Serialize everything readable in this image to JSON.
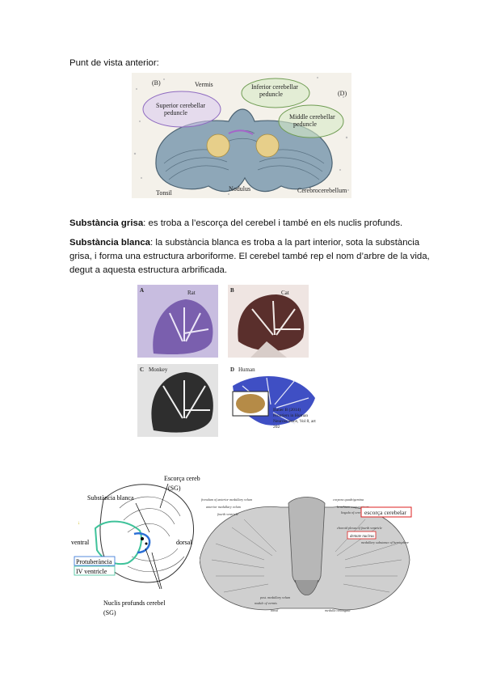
{
  "page": {
    "heading": "Punt de vista anterior:",
    "gray_term": "Substància grisa",
    "gray_text": ": es troba a l’escorça del cerebel i també en els nuclis profunds.",
    "white_term": "Substància blanca",
    "white_text_1": ": la substància blanca es troba a la part interior, sota la substància",
    "white_text_2": "grisa, i forma una estructura arboriforme.  El cerebel també rep el nom d’arbre de la vida,",
    "white_text_3": "degut a aquesta estructura arbrificada."
  },
  "figure1": {
    "panel_left": "(B)",
    "panel_right": "(D)",
    "label_vermis": "Vermis",
    "label_sup_1": "Superior cerebellar",
    "label_sup_2": "peduncle",
    "label_inf_1": "Inferior cerebellar",
    "label_inf_2": "peduncle",
    "label_mid_1": "Middle cerebellar",
    "label_mid_2": "peduncle",
    "label_tonsil": "Tonsil",
    "label_nodulus": "Nodulus",
    "label_cerebro": "Cerebrocerebellum"
  },
  "figure2": {
    "a_letter": "A",
    "a_name": "Rat",
    "b_letter": "B",
    "b_name": "Cat",
    "c_letter": "C",
    "c_name": "Monkey",
    "d_letter": "D",
    "d_name": "Human",
    "citation_1": "Bauer B (2014)",
    "citation_2": "Frontiers in Human",
    "citation_3": "Neuroscience, Vol 8, art",
    "citation_4": "202"
  },
  "figure3": {
    "escorca": "Escorça cerebelosa",
    "sg_top": "(SG)",
    "substancia_blanca": "Substància blanca",
    "ventral": "ventral",
    "dorsal": "dorsal",
    "protuberancia": "Protuberància",
    "iv_ventricle": "IV ventricle",
    "nuclis": "Nuclis profunds cerebel",
    "sg_bottom": "(SG)"
  },
  "figure4": {
    "l1": "frenulum of anterior medullary velum",
    "l2": "anterior medullary velum",
    "l3": "fourth ventricle",
    "l4": "corpora quadrigemina",
    "l5": "brachium conjunctivum",
    "l6": "lingula of cerebellum",
    "l7": "choroid plexus of fourth ventricle",
    "l8": "medullary substance of hemisphere",
    "box_red_1": "escorça cerebelar",
    "box_red_2": "dentate nucleus",
    "l9": "post. medullary velum",
    "l10": "nodule of vermis",
    "l11": "tonsil",
    "l12": "medulla oblongata"
  }
}
